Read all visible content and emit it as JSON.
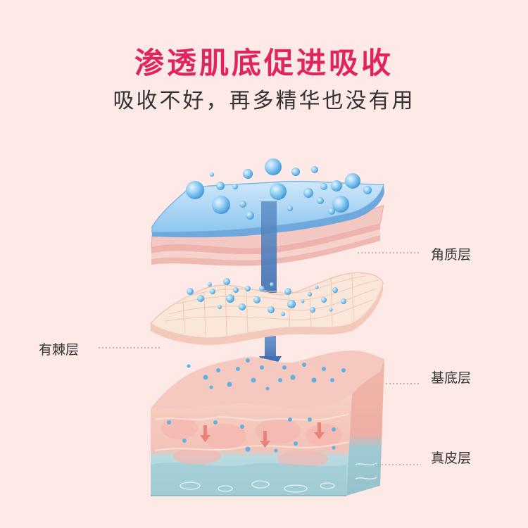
{
  "header": {
    "title": "渗透肌底促进吸收",
    "subtitle": "吸收不好，再多精华也没有用"
  },
  "layers": {
    "stratum_corneum": "角质层",
    "spinous": "有棘层",
    "basal": "基底层",
    "dermis": "真皮层"
  },
  "colors": {
    "title": "#e0245e",
    "background": "#fde9e6",
    "droplet": "#5fb1e3",
    "skin_pink": "#f7c4bf",
    "dermis_blue": "#a9d3dc"
  }
}
